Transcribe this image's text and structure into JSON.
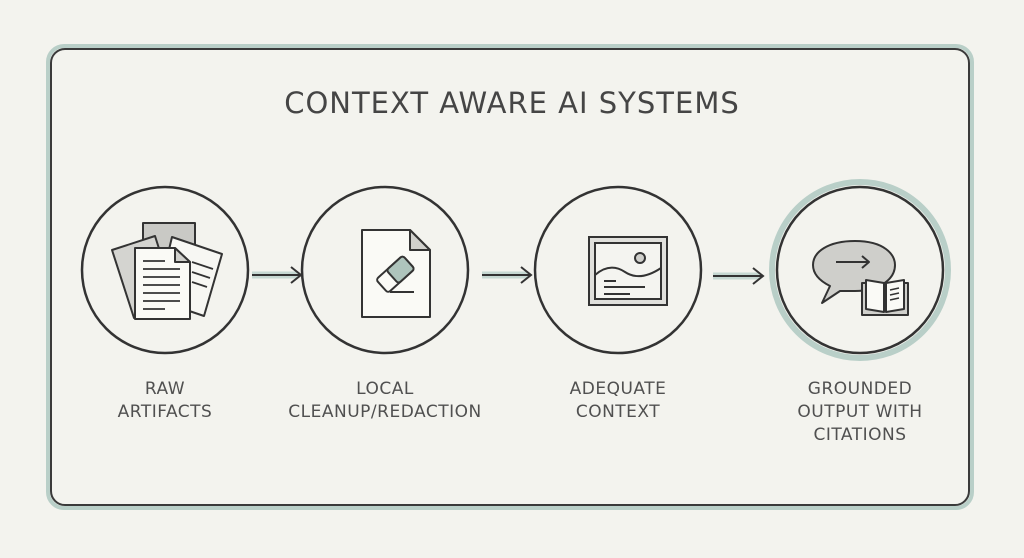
{
  "title": "CONTEXT AWARE AI SYSTEMS",
  "steps": [
    {
      "line1": "RAW",
      "line2": "ARTIFACTS",
      "icon": "documents-icon"
    },
    {
      "line1": "LOCAL",
      "line2": "CLEANUP/REDACTION",
      "icon": "eraser-document-icon"
    },
    {
      "line1": "ADEQUATE",
      "line2": "CONTEXT",
      "icon": "framed-picture-icon"
    },
    {
      "line1": "GROUNDED",
      "line2": "OUTPUT WITH",
      "line3": "CITATIONS",
      "icon": "speech-bubble-book-icon"
    }
  ],
  "colors": {
    "accent": "#b9cfc8",
    "stroke": "#333333",
    "background": "#f3f3ee"
  }
}
